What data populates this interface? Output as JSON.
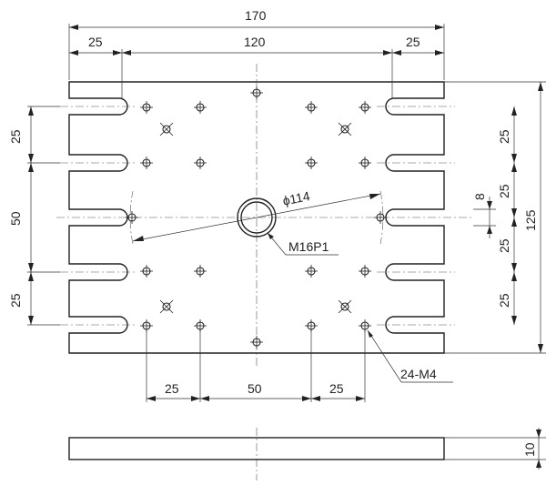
{
  "dimensions": {
    "overall_width": "170",
    "left_margin": "25",
    "slot_pitch_span": "120",
    "right_margin": "25",
    "left_top": "25",
    "left_mid": "50",
    "left_bottom": "25",
    "right_1": "25",
    "right_2": "25",
    "right_3": "25",
    "right_4": "25",
    "overall_height": "125",
    "slot_width": "8",
    "bottom_left": "25",
    "bottom_mid": "50",
    "bottom_right": "25",
    "thickness": "10"
  },
  "labels": {
    "circle_diameter": "ϕ114",
    "center_thread": "M16P1",
    "hole_thread": "24-M4"
  }
}
